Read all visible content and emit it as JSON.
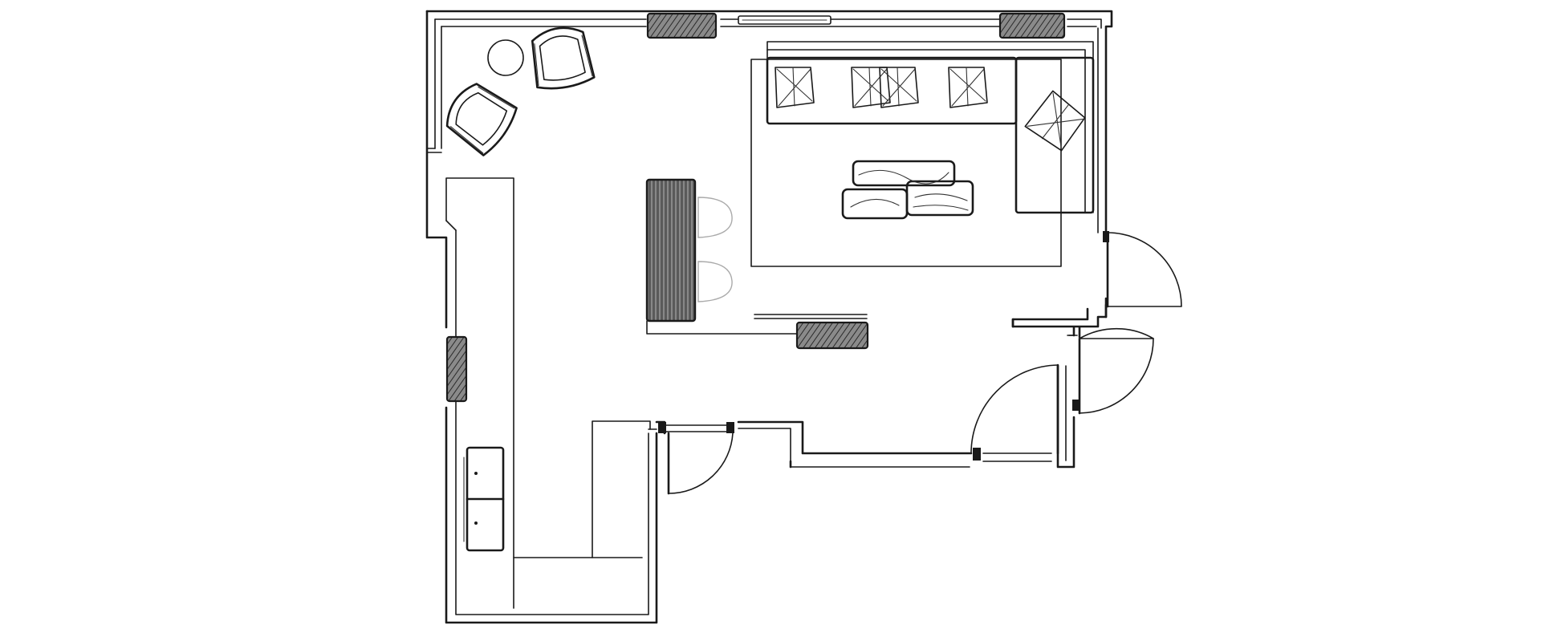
{
  "plan": {
    "colors": {
      "line": "#1a1a1a",
      "hatch_fill": "#6b6b6b",
      "dark_fill": "#4a4a4a",
      "background": "#ffffff"
    },
    "icons": {
      "window": "hatched-rectangle",
      "door": "quarter-arc-swing",
      "chair": "round-armchair",
      "sofa": "l-shaped-sofa-with-cushions",
      "table": "coffee-table",
      "desk": "dark-desk"
    }
  }
}
